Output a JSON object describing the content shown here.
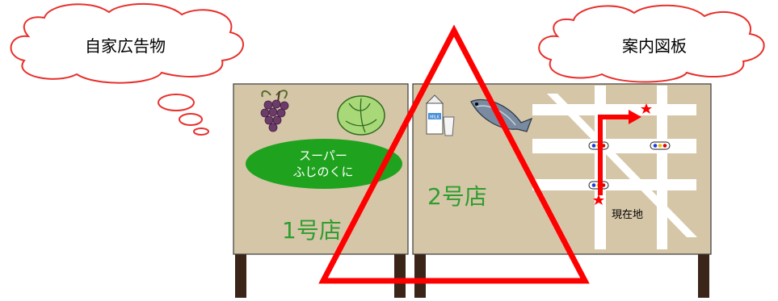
{
  "clouds": {
    "left_label": "自家広告物",
    "right_label": "案内図板"
  },
  "sign1": {
    "brand_line1": "スーパー",
    "brand_line2": "ふじのくに",
    "store_name": "1号店"
  },
  "sign2": {
    "store_name": "2号店",
    "here_label": "現在地",
    "milk_text": "MILK"
  },
  "colors": {
    "board": "#d6c6a8",
    "post": "#3b2418",
    "brand_oval": "#1fa31f",
    "store_text": "#2f9d2f",
    "triangle": "#ff0000",
    "route": "#ff0000"
  },
  "icons": [
    "cloud-icon",
    "grapes-icon",
    "cabbage-icon",
    "milk-carton-icon",
    "glass-icon",
    "fish-icon",
    "star-icon",
    "traffic-light-icon",
    "warning-triangle-icon"
  ]
}
